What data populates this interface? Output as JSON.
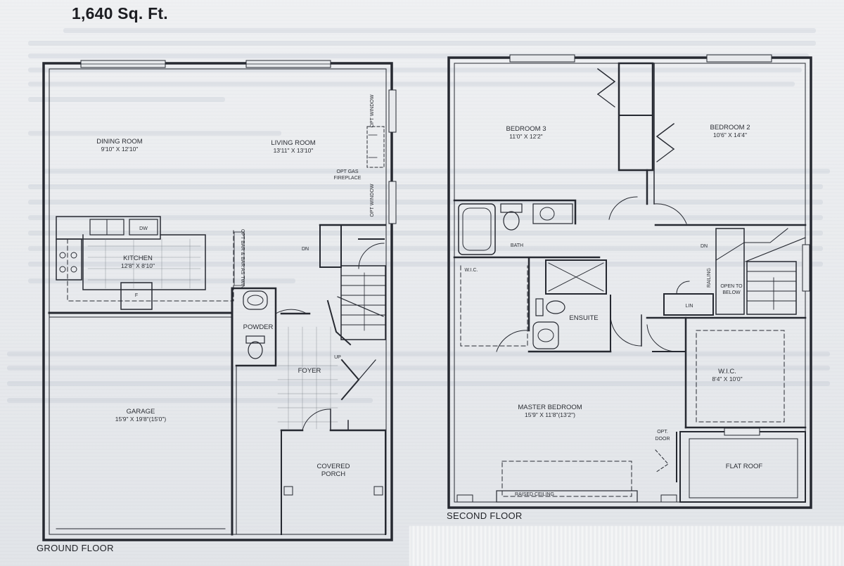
{
  "document": {
    "area": "1,640 Sq. Ft."
  },
  "ground_floor": {
    "caption": "GROUND FLOOR",
    "rooms": {
      "dining": {
        "name": "DINING ROOM",
        "size": "9'10\" X 12'10\""
      },
      "living": {
        "name": "LIVING ROOM",
        "size": "13'11\" X 13'10\""
      },
      "kitchen": {
        "name": "KITCHEN",
        "size": "12'8\" X 8'10\""
      },
      "garage": {
        "name": "GARAGE",
        "size": "15'9\" X 19'8\"(15'0\")"
      },
      "powder": {
        "name": "POWDER"
      },
      "foyer": {
        "name": "FOYER"
      },
      "porch": {
        "name_line1": "COVERED",
        "name_line2": "PORCH"
      }
    },
    "notes": {
      "opt_gas_line1": "OPT GAS",
      "opt_gas_line2": "FIREPLACE",
      "opt_window_top": "OPT WINDOW",
      "opt_window_bottom": "OPT WINDOW",
      "dw": "DW",
      "fridge": "F",
      "dn": "DN",
      "up": "UP",
      "opt_bar": "OPT BAR & BAR AS TWIN"
    }
  },
  "second_floor": {
    "caption": "SECOND FLOOR",
    "rooms": {
      "bedroom3": {
        "name": "BEDROOM 3",
        "size": "11'0\" X 12'2\""
      },
      "bedroom2": {
        "name": "BEDROOM 2",
        "size": "10'6\" X 14'4\""
      },
      "bath": {
        "name": "BATH"
      },
      "ensuite": {
        "name": "ENSUITE"
      },
      "wic_small": {
        "name": "W.I.C."
      },
      "wic": {
        "name": "W.I.C.",
        "size": "8'4\" X 10'0\""
      },
      "master": {
        "name": "MASTER BEDROOM",
        "size": "15'9\" X 11'8\"(13'2\")"
      },
      "lin": {
        "name": "LIN"
      },
      "flat_roof": {
        "name": "FLAT ROOF"
      }
    },
    "notes": {
      "opt_door_line1": "OPT.",
      "opt_door_line2": "DOOR",
      "raised_ceiling": "RAISED CEILING",
      "open_below_line1": "OPEN TO",
      "open_below_line2": "BELOW",
      "railing": "RAILING",
      "dn": "DN"
    }
  },
  "colors": {
    "paper": "#e7e9ec",
    "ink": "#2a2d33"
  }
}
